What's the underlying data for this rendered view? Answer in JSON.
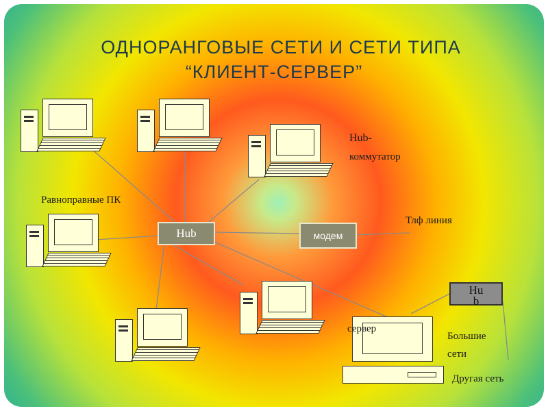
{
  "title": {
    "line1": "ОДНОРАНГОВЫЕ СЕТИ И СЕТИ ТИПА",
    "line2": "“КЛИЕНТ-СЕРВЕР”"
  },
  "nodes": {
    "hub_main": "Hub",
    "modem": "модем",
    "hub_secondary": "Hub"
  },
  "labels": {
    "hub_switch_line1": "Hub-",
    "hub_switch_line2": "коммутатор",
    "peer_pcs": "Равноправные ПК",
    "phone_line": "Тлф линия",
    "server": "сервер",
    "big_networks_line1": "Большие",
    "big_networks_line2": "сети",
    "other_network": "Другая сеть"
  },
  "colors": {
    "device_fill": "#ffffd8",
    "hub_fill": "#8a8a70",
    "line_color": "#8a8a8a"
  }
}
